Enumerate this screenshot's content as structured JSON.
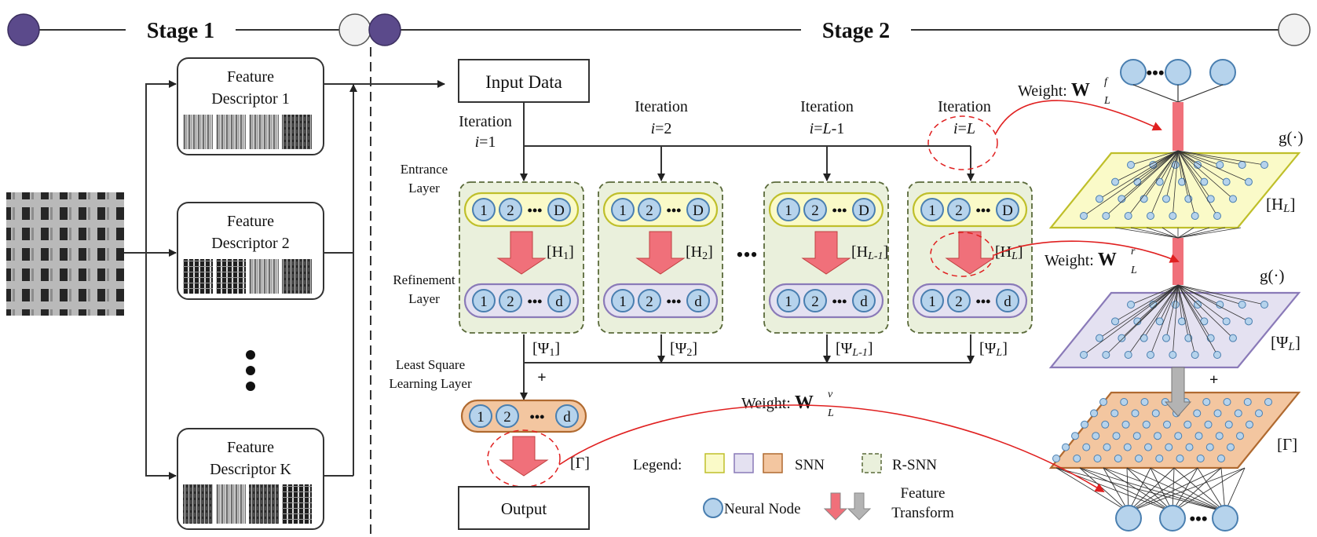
{
  "stage1": {
    "title": "Stage 1"
  },
  "stage2": {
    "title": "Stage 2"
  },
  "descriptors": [
    {
      "line1": "Feature",
      "line2": "Descriptor 1"
    },
    {
      "line1": "Feature",
      "line2": "Descriptor 2"
    },
    {
      "line1": "Feature",
      "line2": "Descriptor K"
    }
  ],
  "input_label": "Input Data",
  "output_label": "Output",
  "iterations": [
    {
      "word": "Iteration",
      "var": "i",
      "eq": "=",
      "value": "1"
    },
    {
      "word": "Iteration",
      "var": "i",
      "eq": "=",
      "value": "2"
    },
    {
      "word": "Iteration",
      "var": "i",
      "eq": "=",
      "value_italic": "L",
      "value_tail": "-1"
    },
    {
      "word": "Iteration",
      "var": "i",
      "eq": "=",
      "value_italic": "L"
    }
  ],
  "layer_labels": {
    "entrance": [
      "Entrance",
      "Layer"
    ],
    "refinement": [
      "Refinement",
      "Layer"
    ],
    "least_square": [
      "Least Square",
      "Learning Layer"
    ]
  },
  "node_labels": {
    "one": "1",
    "two": "2",
    "D": "D",
    "d": "d",
    "dots": "•••"
  },
  "h_labels": [
    {
      "open": "[H",
      "sub": "1",
      "close": "]"
    },
    {
      "open": "[H",
      "sub": "2",
      "close": "]"
    },
    {
      "open": "[H",
      "sub": "L-1",
      "close": "]"
    },
    {
      "open": "[H",
      "sub": "L",
      "close": "]"
    }
  ],
  "psi_labels": [
    {
      "open": "[Ψ",
      "sub": "1",
      "close": "]"
    },
    {
      "open": "[Ψ",
      "sub": "2",
      "close": "]"
    },
    {
      "open": "[Ψ",
      "sub": "L-1",
      "close": "]"
    },
    {
      "open": "[Ψ",
      "sub": "L",
      "close": "]"
    }
  ],
  "gamma_label": "[Γ]",
  "plus_sign": "+",
  "ellipsis": "•••",
  "weights": {
    "prefix": "Weight: ",
    "symbol": "W",
    "sub": "L",
    "f": "f",
    "r": "r",
    "v": "v"
  },
  "g_func": "g(·)",
  "right_labels": {
    "h": "[H",
    "h_sub": "L",
    "psi": "[Ψ",
    "psi_sub": "L",
    "gamma": "[Γ]",
    "close": "]"
  },
  "legend": {
    "title": "Legend:",
    "snn": "SNN",
    "rsnn": "R-SNN",
    "neural_node": "Neural Node",
    "feature": "Feature",
    "transform": "Transform"
  },
  "colors": {
    "stage_dot": "#5b4a8b",
    "yellow_fill": "#fafac8",
    "yellow_stroke": "#bfbf2a",
    "purple_fill": "#e4e1f1",
    "purple_stroke": "#8a7ab8",
    "orange_fill": "#f3c6a0",
    "orange_stroke": "#b06a30",
    "green_fill": "#eaf0dc",
    "green_stroke": "#5a6a3a",
    "node_fill": "#b6d3ec",
    "node_stroke": "#4a7fb0",
    "red_arrow": "#f0707a",
    "gray_arrow": "#b3b3b3",
    "red_line": "#e02020"
  }
}
